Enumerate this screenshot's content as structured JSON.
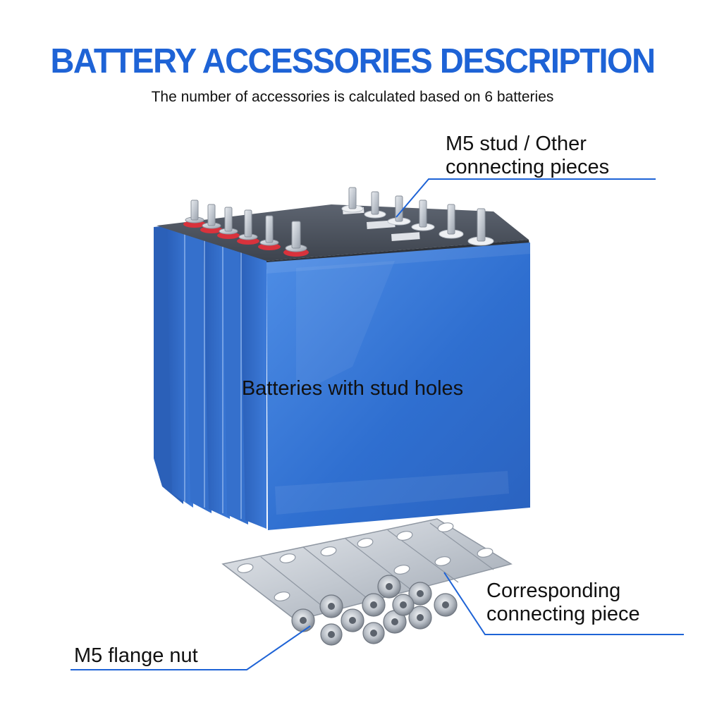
{
  "header": {
    "title": "BATTERY ACCESSORIES DESCRIPTION",
    "subtitle": "The number of accessories is calculated based on 6 batteries"
  },
  "labels": {
    "batteries": "Batteries with stud holes",
    "stud_line1": "M5 stud / Other",
    "stud_line2": "connecting pieces",
    "piece_line1": "Corresponding",
    "piece_line2": "connecting piece",
    "nut": "M5 flange nut"
  },
  "colors": {
    "title": "#1e63d6",
    "battery_blue": "#2f6fd0",
    "callout_line": "#1e63d6",
    "terminal_red": "#d9323c"
  },
  "illustration": {
    "battery_count": 6,
    "nut_count": 12,
    "busbar_count": 6
  }
}
